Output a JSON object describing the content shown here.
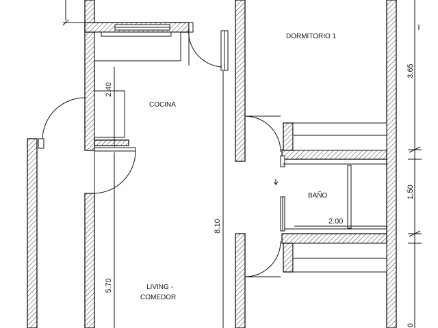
{
  "rooms": {
    "dormitorio": "DORMITORIO 1",
    "cocina": "COCINA",
    "bano": "BAÑO",
    "living_line1": "LIVING -",
    "living_line2": "COMEDOR"
  },
  "dimensions": {
    "dormitorio_depth": "3.65",
    "cocina_depth": "2.40",
    "bano_depth": "1.50",
    "bano_width": "2.00",
    "total_length": "8.10",
    "living_depth": "5.70",
    "bottom_cut": "0"
  },
  "colors": {
    "line": "#111111",
    "background": "#ffffff"
  }
}
